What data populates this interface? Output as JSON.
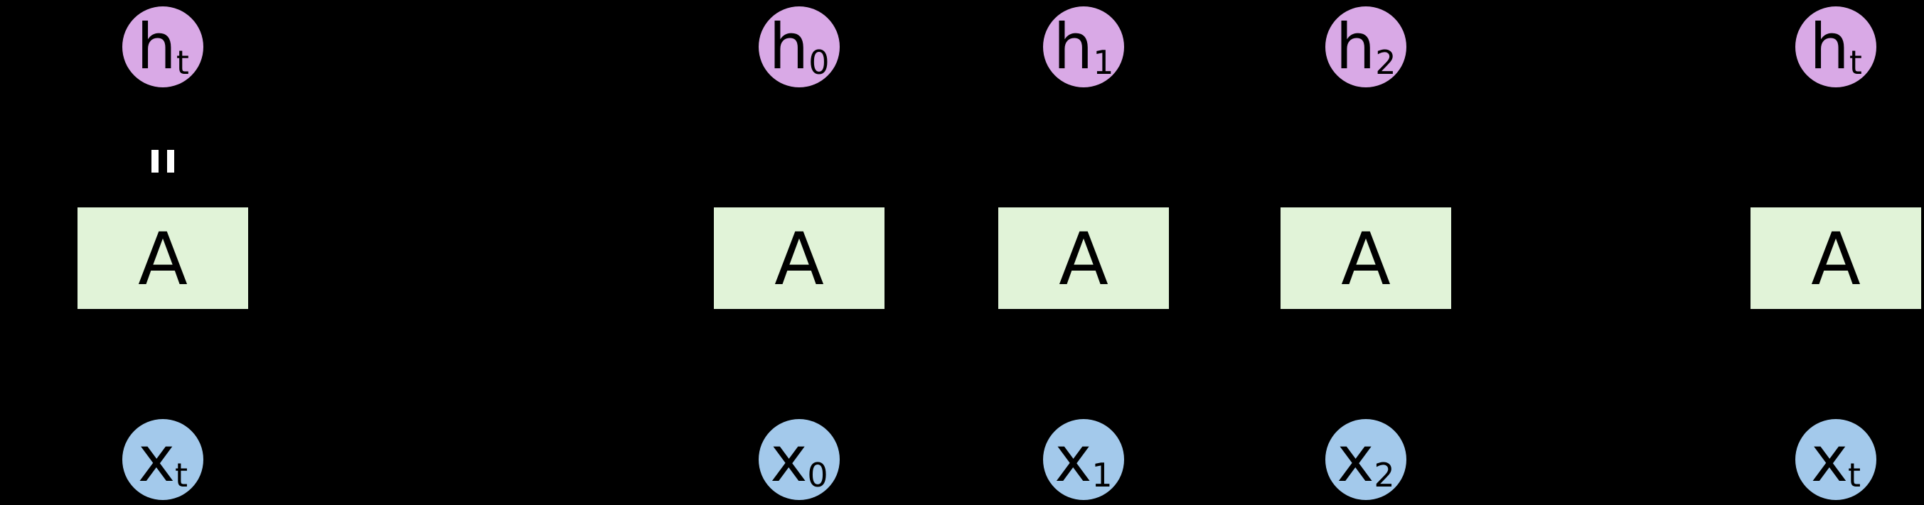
{
  "diagram": {
    "type": "recurrent-neural-network-unrolled",
    "background_color": "#000000",
    "colors": {
      "hidden_state_fill": "#d9a9e6",
      "input_fill": "#a3c9eb",
      "cell_fill": "#e1f3d8",
      "node_text": "#000000",
      "equals_sign": "#ffffff"
    },
    "equals": {
      "symbol": "=",
      "orientation": "rotated-90"
    },
    "columns": [
      {
        "id": "rolled",
        "hidden_label": {
          "base": "h",
          "sub": "t"
        },
        "cell_label": "A",
        "input_label": {
          "base": "x",
          "sub": "t"
        }
      },
      {
        "id": "step-0",
        "hidden_label": {
          "base": "h",
          "sub": "0"
        },
        "cell_label": "A",
        "input_label": {
          "base": "x",
          "sub": "0"
        }
      },
      {
        "id": "step-1",
        "hidden_label": {
          "base": "h",
          "sub": "1"
        },
        "cell_label": "A",
        "input_label": {
          "base": "x",
          "sub": "1"
        }
      },
      {
        "id": "step-2",
        "hidden_label": {
          "base": "h",
          "sub": "2"
        },
        "cell_label": "A",
        "input_label": {
          "base": "x",
          "sub": "2"
        }
      },
      {
        "id": "step-t",
        "hidden_label": {
          "base": "h",
          "sub": "t"
        },
        "cell_label": "A",
        "input_label": {
          "base": "x",
          "sub": "t"
        }
      }
    ]
  }
}
